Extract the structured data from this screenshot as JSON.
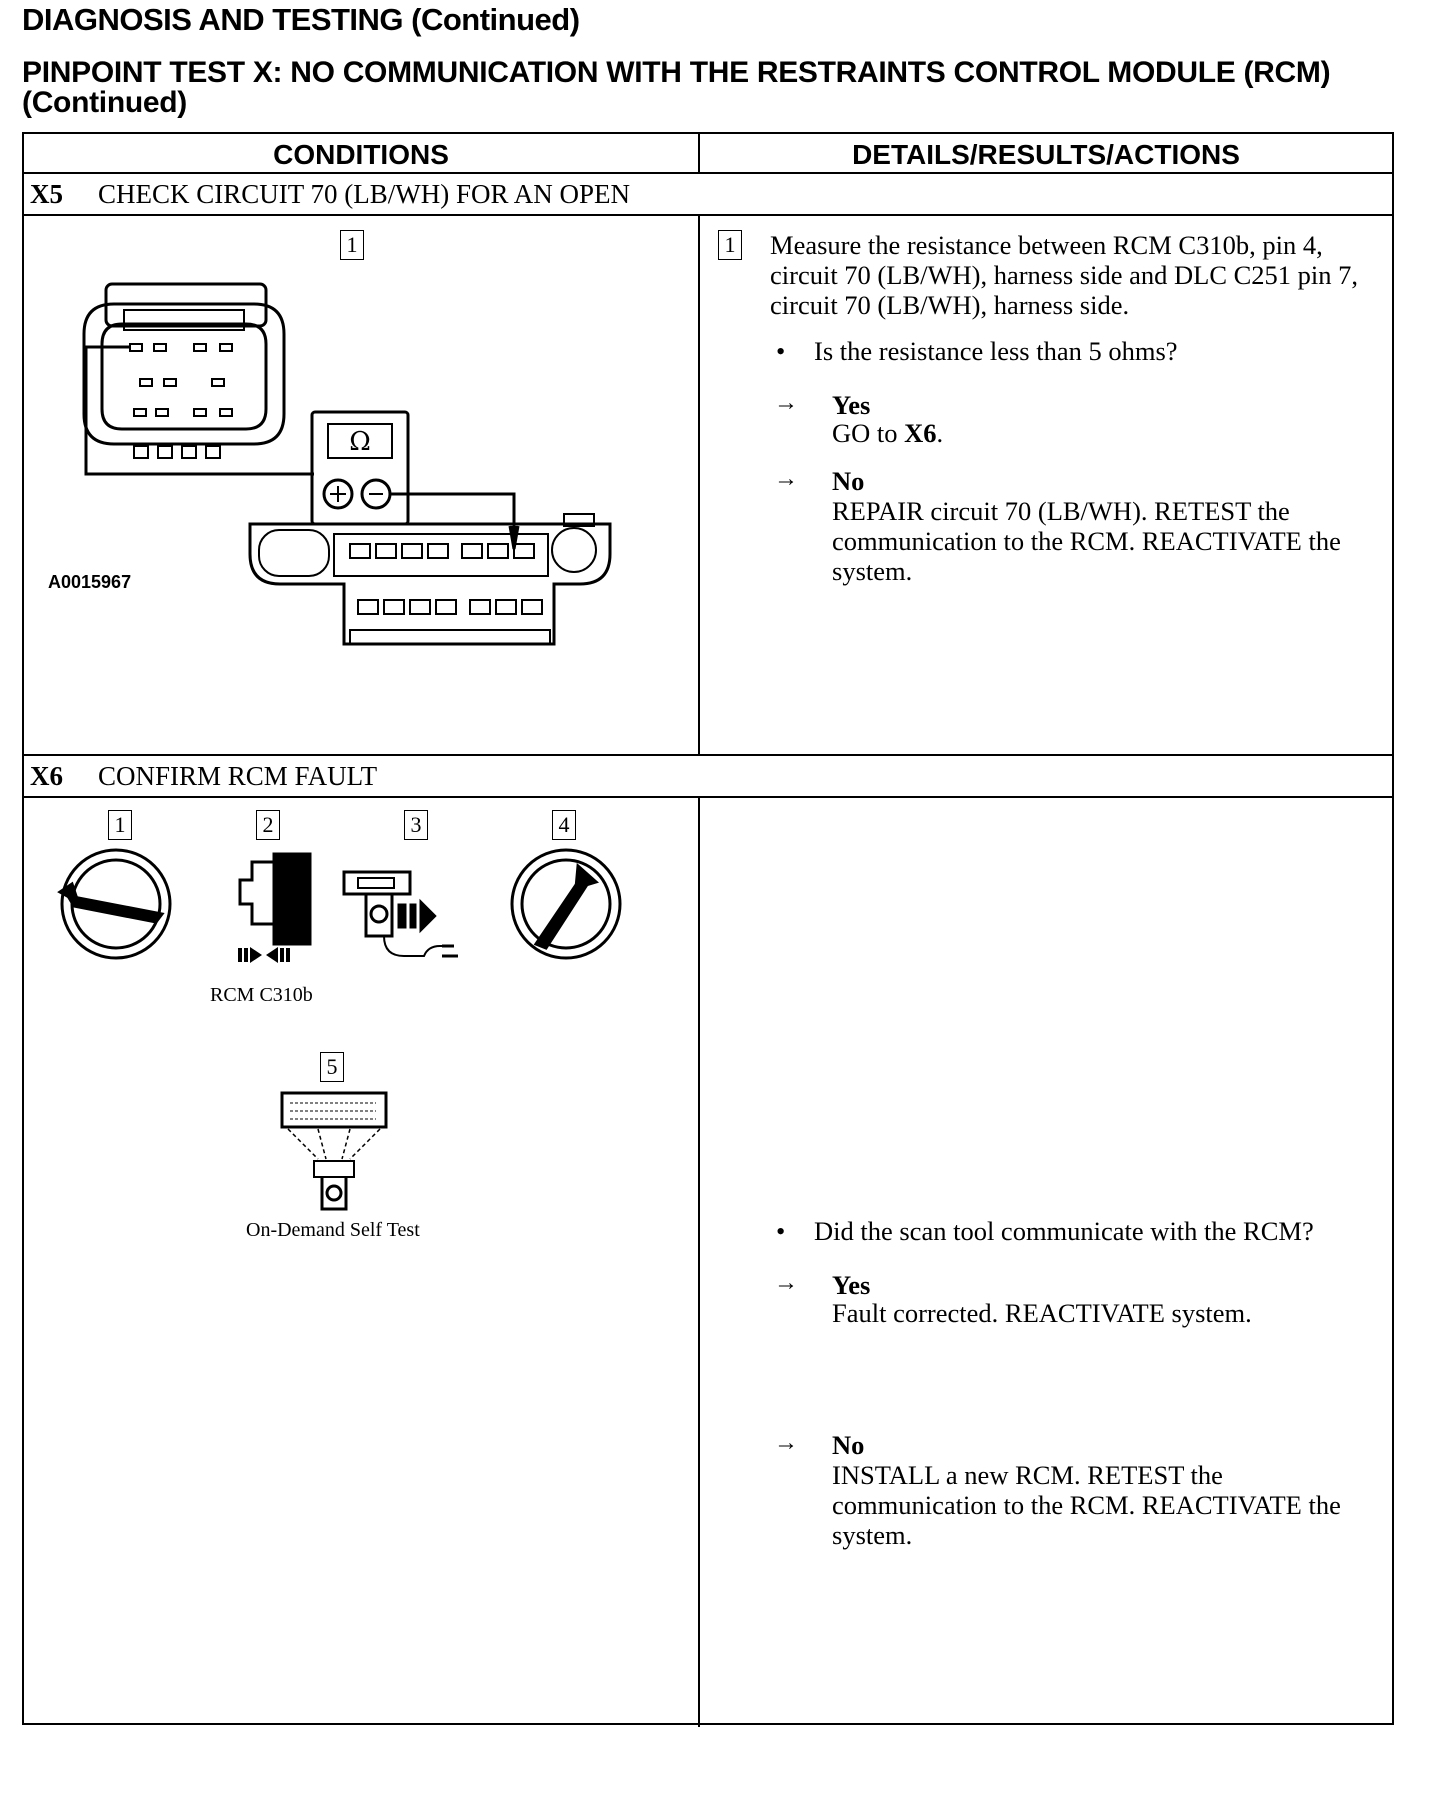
{
  "page_title": "DIAGNOSIS AND TESTING (Continued)",
  "test_title": "PINPOINT TEST X: NO COMMUNICATION WITH THE RESTRAINTS CONTROL MODULE (RCM) (Continued)",
  "table": {
    "col_conditions": "CONDITIONS",
    "col_details": "DETAILS/RESULTS/ACTIONS"
  },
  "x5": {
    "code": "X5",
    "title": "CHECK CIRCUIT 70 (LB/WH) FOR AN OPEN",
    "figure_step": "1",
    "meter_symbol": "Ω",
    "figure_id": "A0015967",
    "step_num": "1",
    "instruction": "Measure the resistance between RCM C310b, pin 4, circuit 70 (LB/WH), harness side and DLC C251 pin 7, circuit 70 (LB/WH), harness side.",
    "question": "Is the resistance less than 5 ohms?",
    "yes_label": "Yes",
    "yes_action_prefix": "GO to ",
    "yes_action_target": "X6",
    "yes_action_suffix": ".",
    "no_label": "No",
    "no_action": "REPAIR circuit 70 (LB/WH). RETEST the communication to the RCM. REACTIVATE the system."
  },
  "x6": {
    "code": "X6",
    "title": "CONFIRM RCM FAULT",
    "fig_steps": [
      "1",
      "2",
      "3",
      "4",
      "5"
    ],
    "caption_connector": "RCM C310b",
    "caption_selftest": "On-Demand Self Test",
    "question": "Did the scan tool communicate with the RCM?",
    "yes_label": "Yes",
    "yes_action": "Fault corrected. REACTIVATE system.",
    "no_label": "No",
    "no_action": "INSTALL a new RCM. RETEST the communication to the RCM. REACTIVATE the system."
  }
}
